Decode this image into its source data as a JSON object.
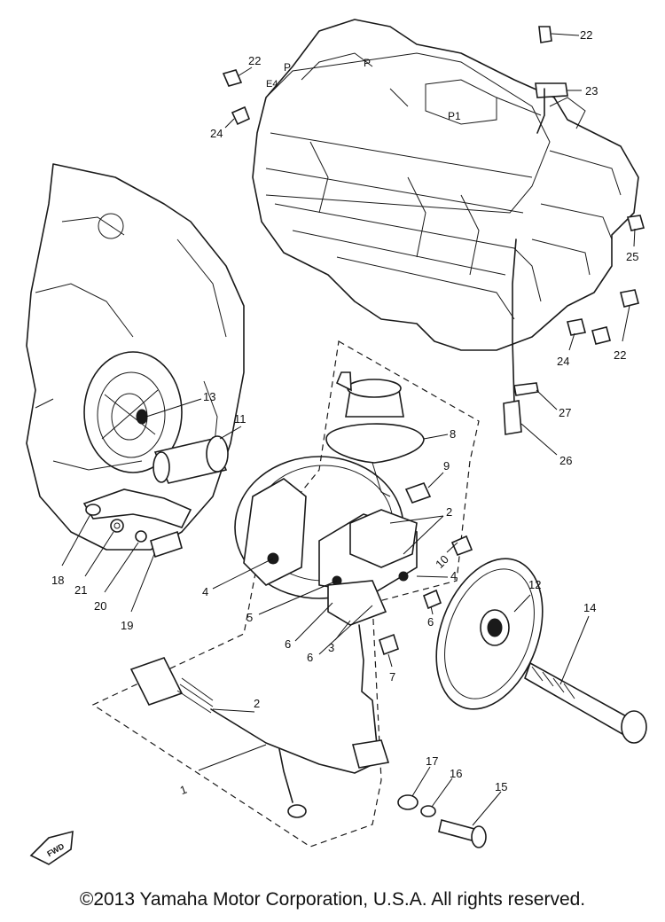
{
  "diagram": {
    "callouts": {
      "c1": "1",
      "c2a": "2",
      "c2b": "2",
      "c3": "3",
      "c4a": "4",
      "c4b": "4",
      "c5": "5",
      "c6a": "6",
      "c6b": "6",
      "c6c": "6",
      "c7": "7",
      "c8": "8",
      "c9": "9",
      "c10": "10",
      "c11": "11",
      "c12": "12",
      "c13": "13",
      "c14": "14",
      "c15": "15",
      "c16": "16",
      "c17": "17",
      "c18": "18",
      "c19": "19",
      "c20": "20",
      "c21": "21",
      "c22a": "22",
      "c22b": "22",
      "c22c": "22",
      "c23": "23",
      "c24a": "24",
      "c24b": "24",
      "c25": "25",
      "c26": "26",
      "c27": "27"
    },
    "fwd_label": "FWD"
  },
  "footer": {
    "copyright": "©2013 Yamaha Motor Corporation, U.S.A. All rights reserved."
  },
  "colors": {
    "ink": "#1a1a1a",
    "background": "#ffffff"
  }
}
